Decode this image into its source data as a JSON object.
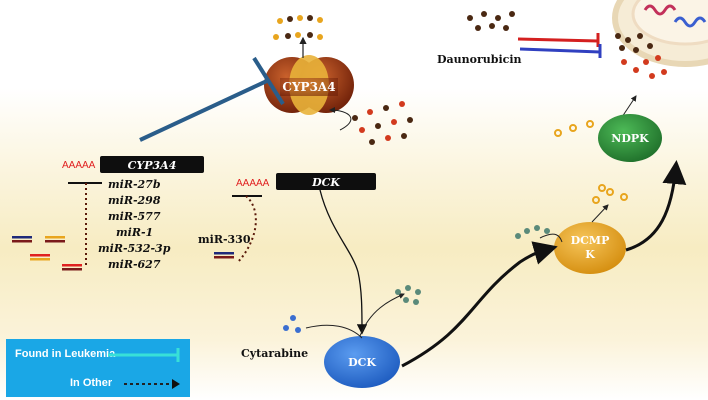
{
  "labels": {
    "cyp3a4_enzyme": "CYP3A4",
    "daunorubicin": "Daunorubicin",
    "ndpk": "NDPK",
    "dcmpk_line1": "DCMP",
    "dcmpk_line2": "K",
    "dck_enzyme": "DCK",
    "cytarabine": "Cytarabine"
  },
  "cyp3a4_transcript": {
    "polya": "AAAAA",
    "gene": "CYP3A4"
  },
  "dck_transcript": {
    "polya": "AAAAA",
    "gene": "DCK"
  },
  "mirnas_cyp3a4": [
    "miR-27b",
    "miR-298",
    "miR-577",
    "miR-1",
    "miR-532-3p",
    "miR-627"
  ],
  "mirna_dck": "miR-330",
  "legend": {
    "found": "Found in Leukemia",
    "other": "In Other"
  },
  "colors": {
    "cyp3a4_enzyme": "#8a2f0f",
    "ndpk": "#2e8b3a",
    "dcmpk": "#e8a51e",
    "dck": "#2f74d6",
    "inhibition_line": "#2a5d8a",
    "legend_bg": "#1aa7e6",
    "legend_cyan": "#38e0d8"
  }
}
